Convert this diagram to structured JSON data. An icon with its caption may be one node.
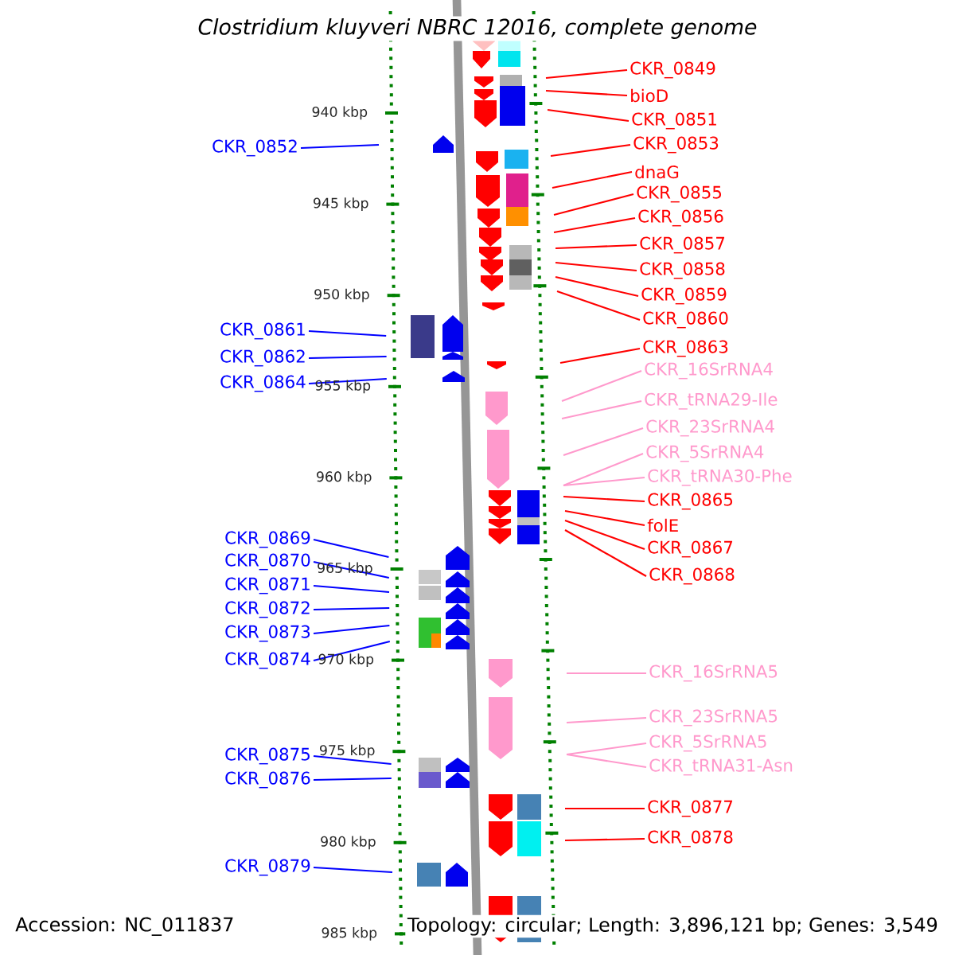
{
  "diagram": {
    "title": "*Clostridium kluyveri* NBRC 12016, complete genome",
    "nodes": [
      {
        "text": [
          "CKR_0849"
        ]
      },
      {
        "text": [
          "bioD"
        ]
      },
      {
        "text": [
          "CKR_0851"
        ]
      },
      {
        "text": [
          "CKR_0852"
        ]
      },
      {
        "text": [
          "CKR_0853"
        ]
      },
      {
        "text": [
          "dnaG"
        ]
      },
      {
        "text": [
          "CKR_0855"
        ]
      },
      {
        "text": [
          "CKR_0856"
        ]
      },
      {
        "text": [
          "CKR_0857"
        ]
      },
      {
        "text": [
          "CKR_0858"
        ]
      },
      {
        "text": [
          "CKR_0859"
        ]
      },
      {
        "text": [
          "CKR_0860"
        ]
      },
      {
        "text": [
          "CKR_0861"
        ]
      },
      {
        "text": [
          "CKR_0862"
        ]
      },
      {
        "text": [
          "CKR_0863"
        ]
      },
      {
        "text": [
          "CKR_0864"
        ]
      },
      {
        "text": [
          "CKR_16SrRNA4"
        ]
      },
      {
        "text": [
          "CKR_tRNA29-Ile"
        ]
      },
      {
        "text": [
          "CKR_23SrRNA4"
        ]
      },
      {
        "text": [
          "CKR_5SrRNA4"
        ]
      },
      {
        "text": [
          "CKR_tRNA30-Phe"
        ]
      },
      {
        "text": [
          "CKR_0865"
        ]
      },
      {
        "text": [
          "folE"
        ]
      },
      {
        "text": [
          "CKR_0867"
        ]
      },
      {
        "text": [
          "CKR_0868"
        ]
      },
      {
        "text": [
          "CKR_0869"
        ]
      },
      {
        "text": [
          "CKR_0870"
        ]
      },
      {
        "text": [
          "CKR_0871"
        ]
      },
      {
        "text": [
          "CKR_0872"
        ]
      },
      {
        "text": [
          "CKR_0873"
        ]
      },
      {
        "text": [
          "CKR_0874"
        ]
      },
      {
        "text": [
          "CKR_16SrRNA5"
        ]
      },
      {
        "text": [
          "CKR_23SrRNA5"
        ]
      },
      {
        "text": [
          "CKR_5SrRNA5"
        ]
      },
      {
        "text": [
          "CKR_tRNA31-Asn"
        ]
      },
      {
        "text": [
          "CKR_0875"
        ]
      },
      {
        "text": [
          "CKR_0876"
        ]
      },
      {
        "text": [
          "CKR_0877"
        ]
      },
      {
        "text": [
          "CKR_0878"
        ]
      },
      {
        "text": [
          "CKR_0879"
        ]
      }
    ],
    "edges": [
      {
        "from": 0,
        "to": null,
        "arrow": "none"
      },
      {
        "from": 1,
        "to": null,
        "arrow": "none"
      },
      {
        "from": 2,
        "to": null,
        "arrow": "none"
      },
      {
        "from": 3,
        "to": null,
        "arrow": "none",
        "color": "#0000ff"
      },
      {
        "from": 4,
        "to": null,
        "arrow": "none"
      },
      {
        "from": 5,
        "to": null,
        "arrow": "none"
      },
      {
        "from": 6,
        "to": null,
        "arrow": "none"
      },
      {
        "from": 7,
        "to": null,
        "arrow": "none"
      },
      {
        "from": 8,
        "to": null,
        "arrow": "none"
      },
      {
        "from": 9,
        "to": null,
        "arrow": "none"
      },
      {
        "from": 10,
        "to": null,
        "arrow": "none"
      },
      {
        "from": 11,
        "to": null,
        "arrow": "none"
      },
      {
        "from": 12,
        "to": null,
        "arrow": "none",
        "color": "#0000ff"
      },
      {
        "from": 13,
        "to": null,
        "arrow": "none",
        "color": "#0000ff"
      },
      {
        "from": 14,
        "to": null,
        "arrow": "none"
      },
      {
        "from": 15,
        "to": null,
        "arrow": "none",
        "color": "#0000ff"
      },
      {
        "from": 16,
        "to": null,
        "arrow": "none",
        "color": "#ff99cc"
      },
      {
        "from": 17,
        "to": null,
        "arrow": "none",
        "color": "#ff99cc"
      },
      {
        "from": 18,
        "to": null,
        "arrow": "none",
        "color": "#ff99cc"
      },
      {
        "from": 19,
        "to": null,
        "arrow": "none",
        "color": "#ff99cc"
      },
      {
        "from": 20,
        "to": null,
        "arrow": "none",
        "color": "#ff99cc"
      },
      {
        "from": 21,
        "to": null,
        "arrow": "none"
      },
      {
        "from": 22,
        "to": null,
        "arrow": "none"
      },
      {
        "from": 23,
        "to": null,
        "arrow": "none"
      },
      {
        "from": 24,
        "to": null,
        "arrow": "none"
      },
      {
        "from": 25,
        "to": null,
        "arrow": "none",
        "color": "#0000ff"
      },
      {
        "from": 26,
        "to": null,
        "arrow": "none",
        "color": "#0000ff"
      },
      {
        "from": 27,
        "to": null,
        "arrow": "none",
        "color": "#0000ff"
      },
      {
        "from": 28,
        "to": null,
        "arrow": "none",
        "color": "#0000ff"
      },
      {
        "from": 29,
        "to": null,
        "arrow": "none",
        "color": "#0000ff"
      },
      {
        "from": 30,
        "to": null,
        "arrow": "none",
        "color": "#0000ff"
      },
      {
        "from": 31,
        "to": null,
        "arrow": "none",
        "color": "#ff99cc"
      },
      {
        "from": 32,
        "to": null,
        "arrow": "none",
        "color": "#ff99cc"
      },
      {
        "from": 33,
        "to": null,
        "arrow": "none",
        "color": "#ff99cc"
      },
      {
        "from": 34,
        "to": null,
        "arrow": "none",
        "color": "#ff99cc"
      },
      {
        "from": 35,
        "to": null,
        "arrow": "none",
        "color": "#0000ff"
      },
      {
        "from": 36,
        "to": null,
        "arrow": "none",
        "color": "#0000ff"
      },
      {
        "from": 37,
        "to": null,
        "arrow": "none"
      },
      {
        "from": 38,
        "to": null,
        "arrow": "none"
      },
      {
        "from": 39,
        "to": null,
        "arrow": "none",
        "color": "#0000ff"
      }
    ],
    "labels": [
      "940 kbp",
      "945 kbp",
      "950 kbp",
      "955 kbp",
      "960 kbp",
      "965 kbp",
      "970 kbp",
      "975 kbp",
      "980 kbp",
      "985 kbp",
      "Accession: NC_011837",
      "Topology: circular; Length: 3,896,121 bp; Genes: 3,549"
    ]
  }
}
